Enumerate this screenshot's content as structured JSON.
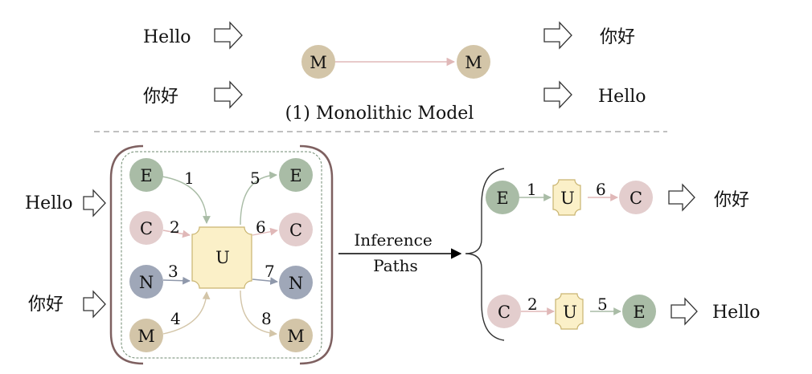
{
  "top": {
    "left_inputs": [
      "Hello",
      "你好"
    ],
    "right_outputs": [
      "你好",
      "Hello"
    ],
    "model_nodes": [
      "M",
      "M"
    ],
    "caption": "(1) Monolithic Model"
  },
  "bottom": {
    "inputs": [
      "Hello",
      "你好"
    ],
    "encoders": [
      "E",
      "C",
      "N",
      "M"
    ],
    "decoders": [
      "E",
      "C",
      "N",
      "M"
    ],
    "hub": "U",
    "in_numbers": [
      "1",
      "2",
      "3",
      "4"
    ],
    "out_numbers": [
      "5",
      "6",
      "7",
      "8"
    ],
    "arrow_label_line1": "Inference",
    "arrow_label_line2": "Paths",
    "path1": {
      "nodes": [
        "E",
        "U",
        "C"
      ],
      "numbers": [
        "1",
        "6"
      ],
      "output": "你好"
    },
    "path2": {
      "nodes": [
        "C",
        "U",
        "E"
      ],
      "numbers": [
        "2",
        "5"
      ],
      "output": "Hello"
    }
  },
  "colors": {
    "E": "#a9bca6",
    "C": "#e3cdcd",
    "N": "#9fa7b8",
    "M": "#d3c5a8",
    "U": "#fbf0c8",
    "U_border": "#c9b470"
  }
}
